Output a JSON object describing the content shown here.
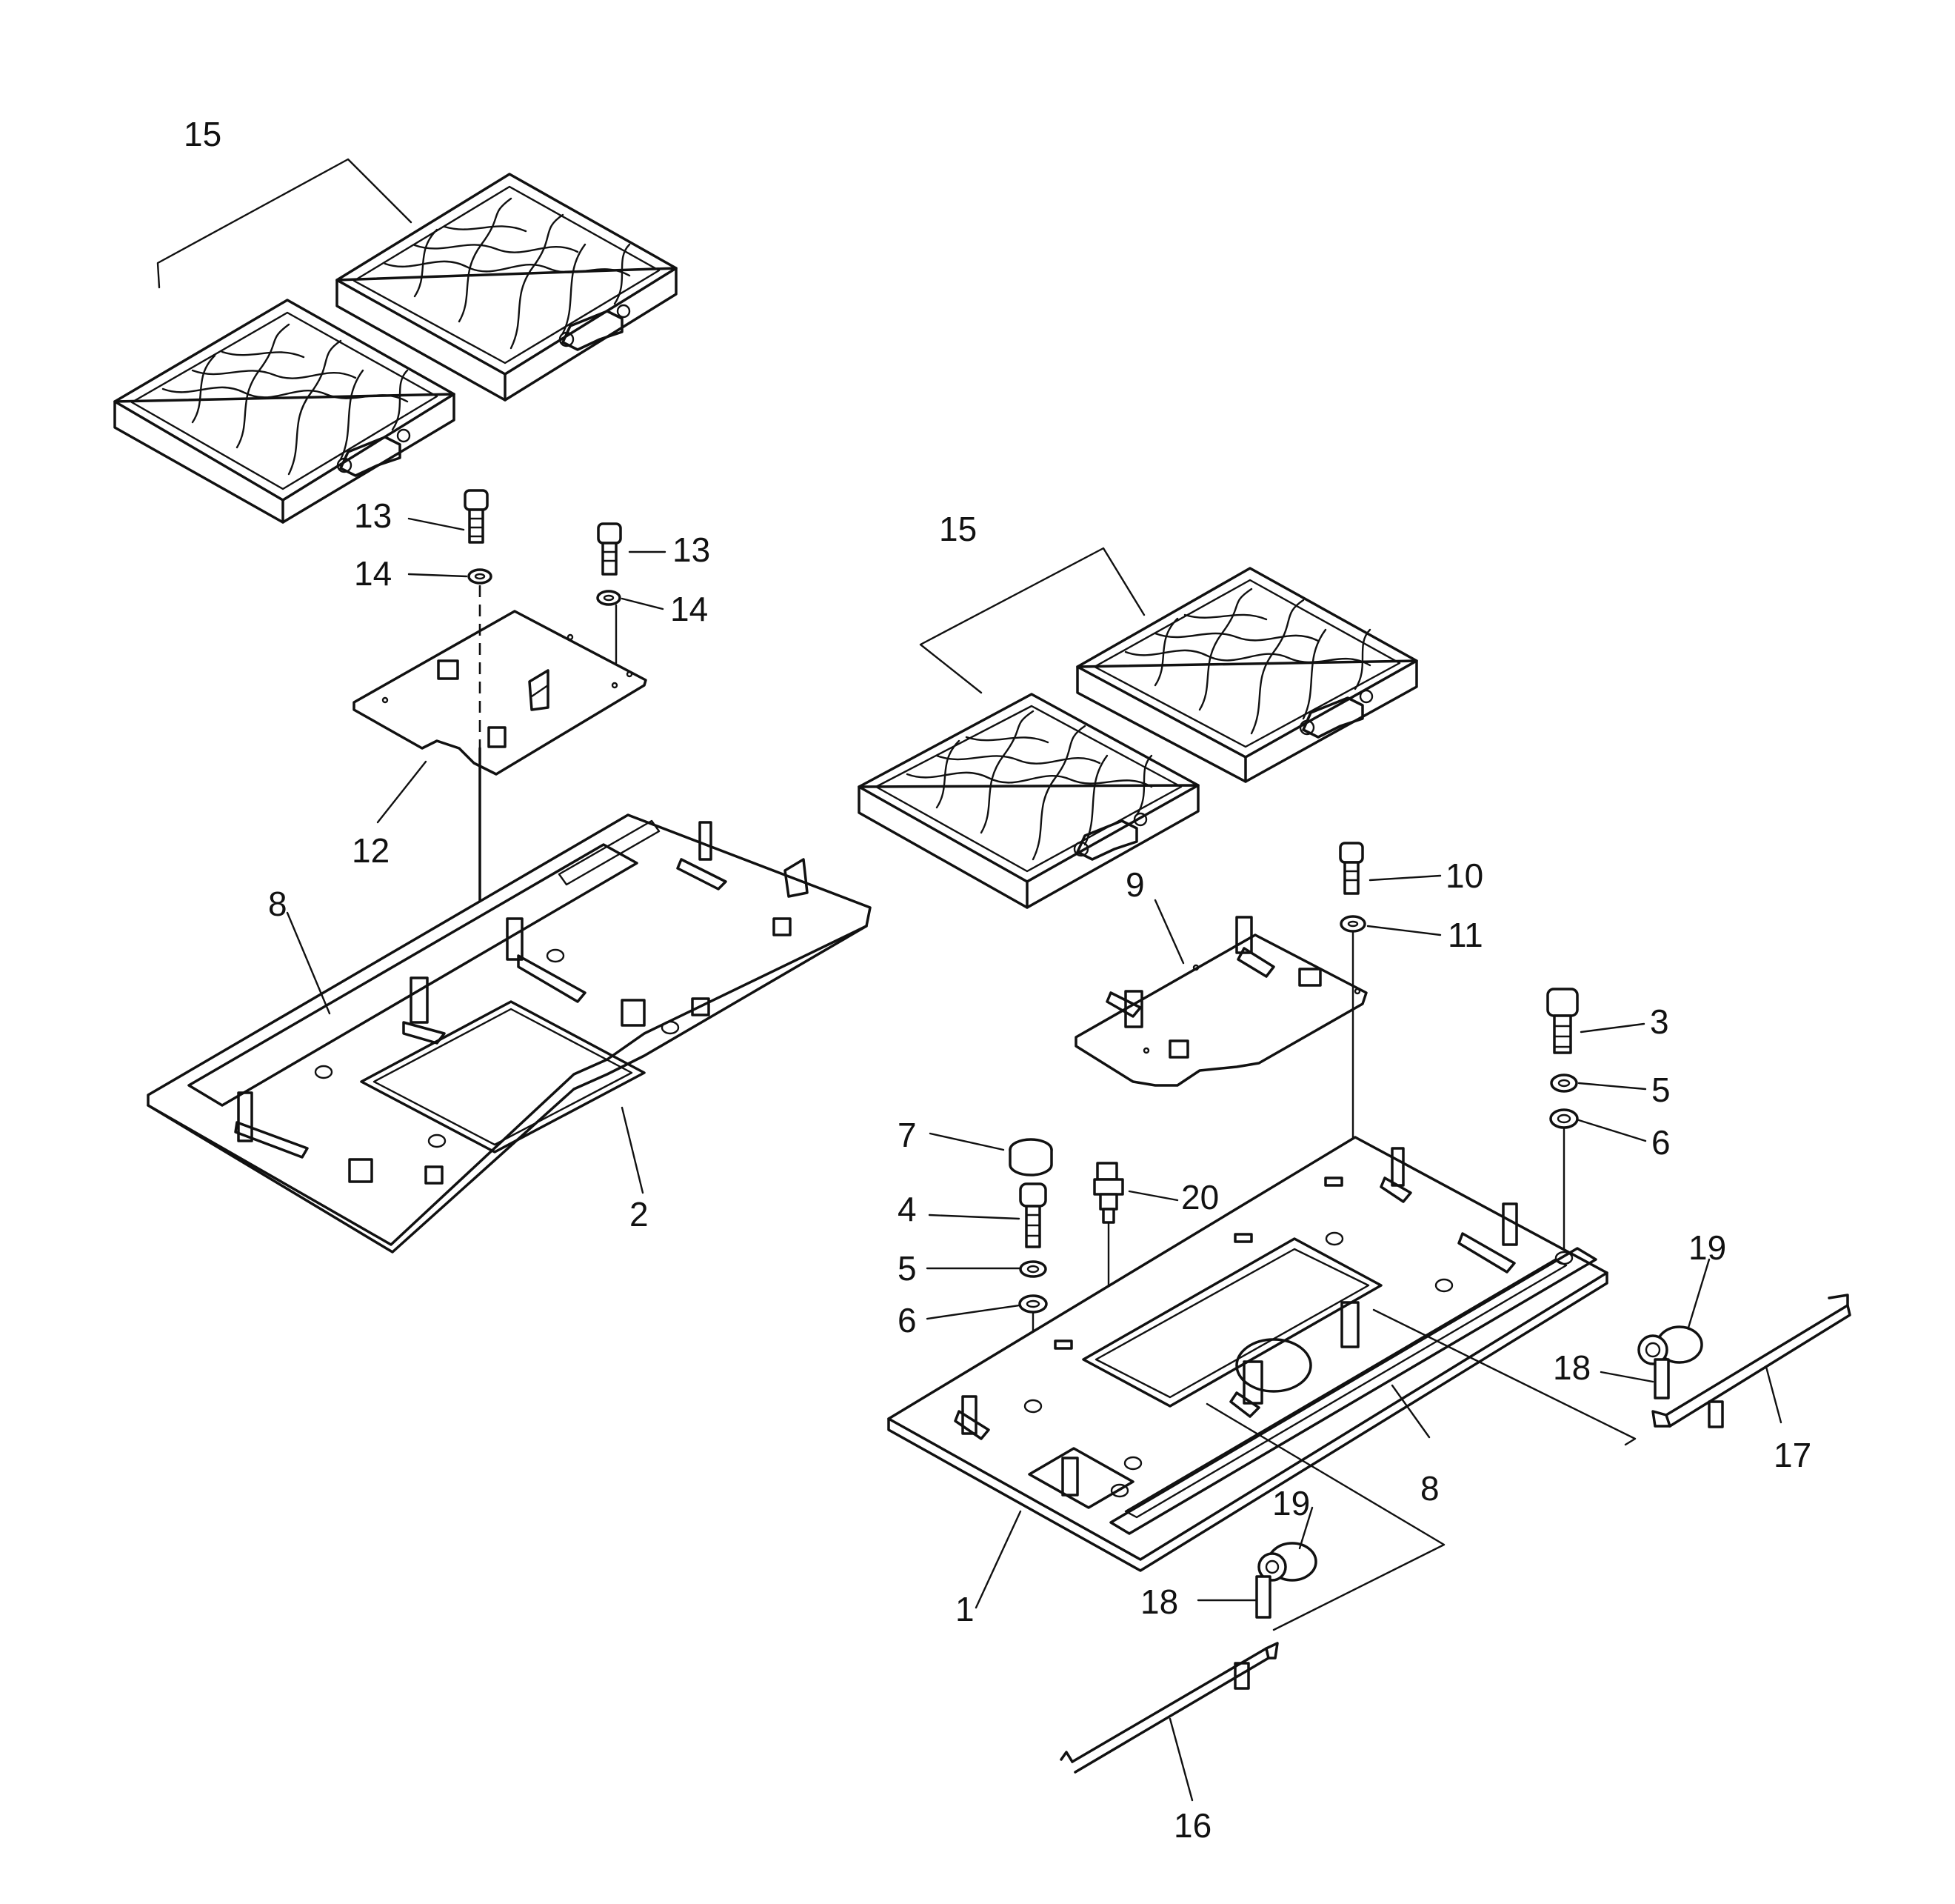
{
  "diagram": {
    "callouts": [
      {
        "id": "c15a",
        "text": "15"
      },
      {
        "id": "c13a",
        "text": "13"
      },
      {
        "id": "c13b",
        "text": "13"
      },
      {
        "id": "c14a",
        "text": "14"
      },
      {
        "id": "c14b",
        "text": "14"
      },
      {
        "id": "c12",
        "text": "12"
      },
      {
        "id": "c8a",
        "text": "8"
      },
      {
        "id": "c2",
        "text": "2"
      },
      {
        "id": "c15b",
        "text": "15"
      },
      {
        "id": "c10",
        "text": "10"
      },
      {
        "id": "c11",
        "text": "11"
      },
      {
        "id": "c9",
        "text": "9"
      },
      {
        "id": "c3",
        "text": "3"
      },
      {
        "id": "c5a",
        "text": "5"
      },
      {
        "id": "c6a",
        "text": "6"
      },
      {
        "id": "c7",
        "text": "7"
      },
      {
        "id": "c4",
        "text": "4"
      },
      {
        "id": "c20",
        "text": "20"
      },
      {
        "id": "c5b",
        "text": "5"
      },
      {
        "id": "c6b",
        "text": "6"
      },
      {
        "id": "c19a",
        "text": "19"
      },
      {
        "id": "c18a",
        "text": "18"
      },
      {
        "id": "c17",
        "text": "17"
      },
      {
        "id": "c8b",
        "text": "8"
      },
      {
        "id": "c1",
        "text": "1"
      },
      {
        "id": "c19b",
        "text": "19"
      },
      {
        "id": "c18b",
        "text": "18"
      },
      {
        "id": "c16",
        "text": "16"
      }
    ]
  }
}
